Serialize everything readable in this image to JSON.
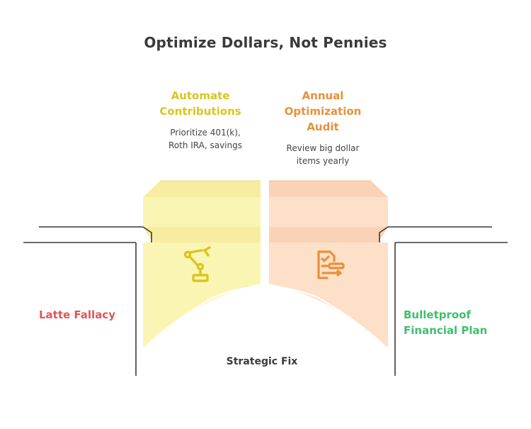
{
  "title": "Optimize Dollars, Not Pennies",
  "left_block": {
    "heading": [
      "Automate",
      "Contributions"
    ],
    "description": [
      "Prioritize 401(k),",
      "Roth IRA, savings"
    ],
    "icon": "robotic-arm-icon",
    "color": "#d9c51f",
    "fill": "#fbf5b4"
  },
  "right_block": {
    "heading": [
      "Annual",
      "Optimization",
      "Audit"
    ],
    "description": [
      "Review big dollar",
      "items yearly"
    ],
    "icon": "checklist-icon",
    "color": "#e8903a",
    "fill": "#fde0c8"
  },
  "left_side": {
    "label": "Latte Fallacy",
    "color": "#e25555"
  },
  "right_side": {
    "label": [
      "Bulletproof",
      "Financial Plan"
    ],
    "color": "#3fbf6e"
  },
  "bottom_label": "Strategic Fix"
}
